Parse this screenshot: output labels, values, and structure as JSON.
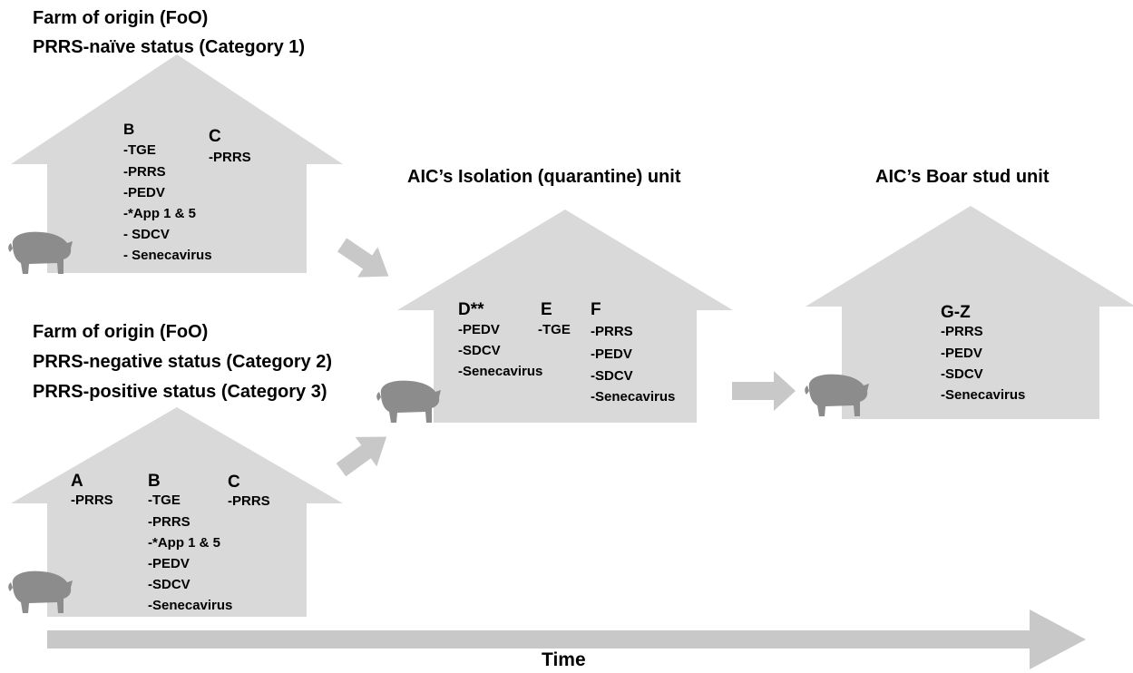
{
  "colors": {
    "house": "#d9d9d9",
    "arrow": "#c8c8c8",
    "pig": "#8c8c8c",
    "text": "#000000"
  },
  "headers": {
    "foo1_line1": "Farm of origin (FoO)",
    "foo1_line2": "PRRS-naïve status (Category 1)",
    "foo2_line1": "Farm of origin (FoO)",
    "foo2_line2": "PRRS-negative status (Category 2)",
    "foo2_line3": "PRRS-positive status (Category 3)",
    "isolation": "AIC’s Isolation (quarantine) unit",
    "boar_stud": "AIC’s Boar stud unit"
  },
  "farm_cat1": {
    "groups": [
      {
        "label": "B",
        "items": [
          "-TGE",
          "-PRRS",
          "-PEDV",
          "-*App 1 & 5",
          "- SDCV",
          "- Senecavirus"
        ]
      },
      {
        "label": "C",
        "items": [
          "-PRRS"
        ]
      }
    ]
  },
  "farm_cat23": {
    "groups": [
      {
        "label": "A",
        "items": [
          "-PRRS"
        ]
      },
      {
        "label": "B",
        "items": [
          "-TGE",
          "-PRRS",
          "-*App 1 & 5",
          "-PEDV",
          "-SDCV",
          "-Senecavirus"
        ]
      },
      {
        "label": "C",
        "items": [
          "-PRRS"
        ]
      }
    ]
  },
  "isolation_unit": {
    "groups": [
      {
        "label": "D**",
        "items": [
          "-PEDV",
          "-SDCV",
          "-Senecavirus"
        ]
      },
      {
        "label": "E",
        "items": [
          "-TGE"
        ]
      },
      {
        "label": "F",
        "items": [
          "-PRRS",
          "-PEDV",
          "-SDCV",
          "-Senecavirus"
        ]
      }
    ]
  },
  "boar_stud_unit": {
    "groups": [
      {
        "label": "G-Z",
        "items": [
          "-PRRS",
          "-PEDV",
          "-SDCV",
          "-Senecavirus"
        ]
      }
    ]
  },
  "timeline": {
    "label": "Time"
  }
}
